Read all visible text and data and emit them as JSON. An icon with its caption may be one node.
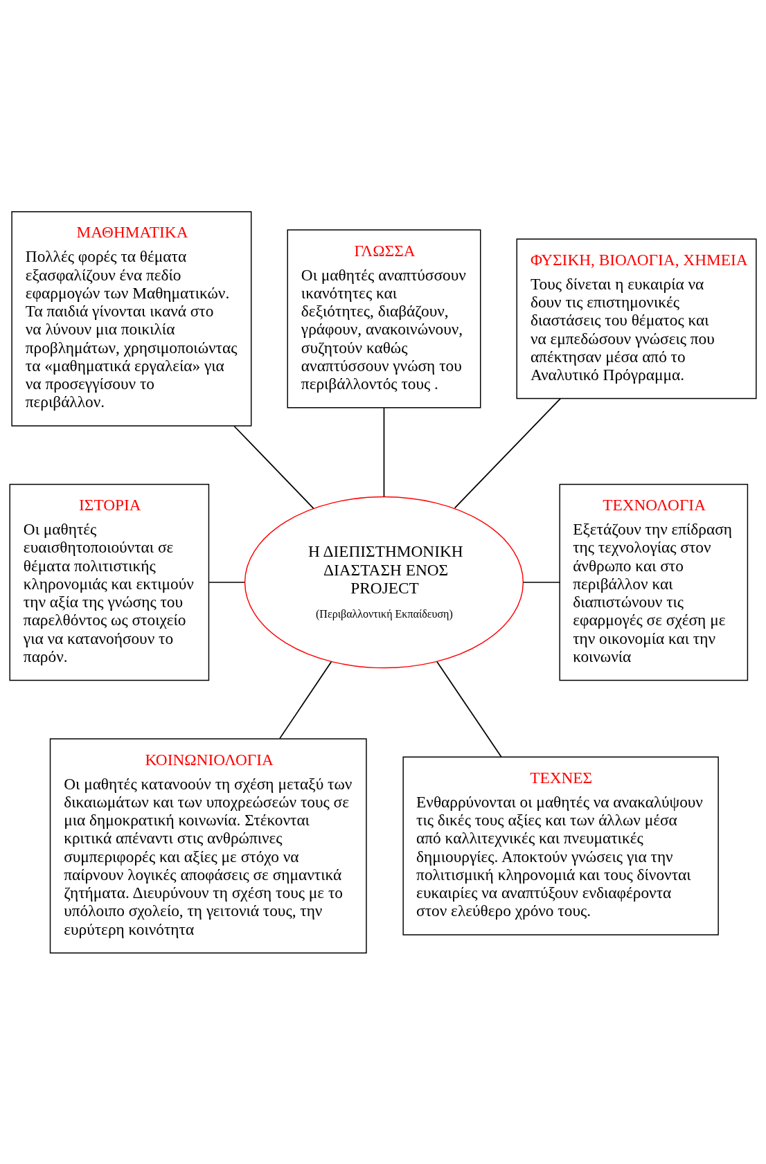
{
  "diagram": {
    "nodes": [
      {
        "text": [
          "ΜΑΘΗΜΑΤΙΚΑ",
          "Πολλές φορές τα θέματα εξασφαλίζουν ένα πεδίο εφαρμογών των Μαθηματικών. Τα παιδιά γίνονται ικανά στο να λύνουν μια ποικιλία προβλημάτων, χρησιμοποιώντας τα «μαθηματικά εργαλεία» για να προσεγγίσουν το περιβάλλον."
        ]
      },
      {
        "text": [
          "ΓΛΩΣΣΑ",
          "Οι μαθητές αναπτύσσουν ικανότητες και δεξιότητες, διαβάζουν, γράφουν, ανακοινώνουν, συζητούν καθώς αναπτύσσουν γνώση του περιβάλλοντός τους ."
        ]
      },
      {
        "text": [
          "ΦΥΣΙΚΗ, ΒΙΟΛΟΓΙΑ, ΧΗΜΕΙΑ",
          "Τους δίνεται η ευκαιρία να δουν τις επιστημονικές διαστάσεις του θέματος και να εμπεδώσουν γνώσεις που απέκτησαν μέσα από το Αναλυτικό Πρόγραμμα."
        ]
      },
      {
        "text": [
          "ΙΣΤΟΡΙΑ",
          "Οι μαθητές ευαισθητοποιούνται σε θέματα πολιτιστικής κληρονομιάς και εκτιμούν την αξία της γνώσης του παρελθόντος ως στοιχείο για να κατανοήσουν το παρόν."
        ]
      },
      {
        "text": [
          "Η ΔΙΕΠΙΣΤΗΜΟΝΙΚΗ ΔΙΑΣΤΑΣΗ ΕΝΟΣ PROJECT",
          "(Περιβαλλοντική Εκπαίδευση)"
        ]
      },
      {
        "text": [
          "ΤΕΧΝΟΛΟΓΙΑ",
          "Εξετάζουν την επίδραση της τεχνολογίας στον άνθρωπο και στο περιβάλλον και διαπιστώνουν τις εφαρμογές σε σχέση με την οικονομία και την κοινωνία"
        ]
      },
      {
        "text": [
          "ΚΟΙΝΩΝΙΟΛΟΓΙΑ",
          "Οι μαθητές κατανοούν τη σχέση μεταξύ των δικαιωμάτων και των υποχρεώσεών τους σε μια δημοκρατική κοινωνία. Στέκονται κριτικά απέναντι στις ανθρώπινες συμπεριφορές και αξίες με στόχο να παίρνουν λογικές αποφάσεις σε σημαντικά ζητήματα. Διευρύνουν τη σχέση τους με το υπόλοιπο σχολείο, τη γειτονιά τους, την ευρύτερη κοινότητα"
        ]
      },
      {
        "text": [
          "ΤΕΧΝΕΣ",
          "Ενθαρρύνονται οι μαθητές να ανακαλύψουν τις δικές τους αξίες και των άλλων μέσα από καλλιτεχνικές και πνευματικές δημιουργίες. Αποκτούν γνώσεις για την πολιτισμική κληρονομιά και τους δίνονται ευκαιρίες να αναπτύξουν ενδιαφέροντα στον ελεύθερο χρόνο τους."
        ]
      }
    ],
    "edges": [
      {
        "from": 0,
        "to": 4,
        "arrow": "none"
      },
      {
        "from": 1,
        "to": 4,
        "arrow": "none"
      },
      {
        "from": 2,
        "to": 4,
        "arrow": "none"
      },
      {
        "from": 3,
        "to": 4,
        "arrow": "none"
      },
      {
        "from": 4,
        "to": 5,
        "arrow": "none"
      },
      {
        "from": 4,
        "to": 6,
        "arrow": "none"
      },
      {
        "from": 4,
        "to": 7,
        "arrow": "none"
      }
    ]
  }
}
